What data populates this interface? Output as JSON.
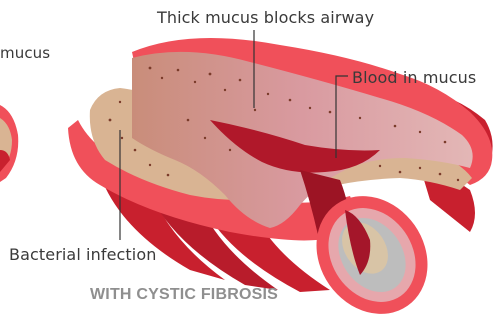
{
  "labels": {
    "partial_left": "mucus",
    "thick_mucus": "Thick mucus blocks airway",
    "blood": "Blood in mucus",
    "bacterial": "Bacterial infection"
  },
  "caption": "WITH CYSTIC FIBROSIS",
  "colors": {
    "outer_red": "#f0505a",
    "muscle_red": "#c8202e",
    "tissue_tan": "#d9b493",
    "mucus_pink": "#d99aa0",
    "blood_red": "#b0182a",
    "lumen_grey": "#bdbdbd",
    "line": "#333333"
  }
}
